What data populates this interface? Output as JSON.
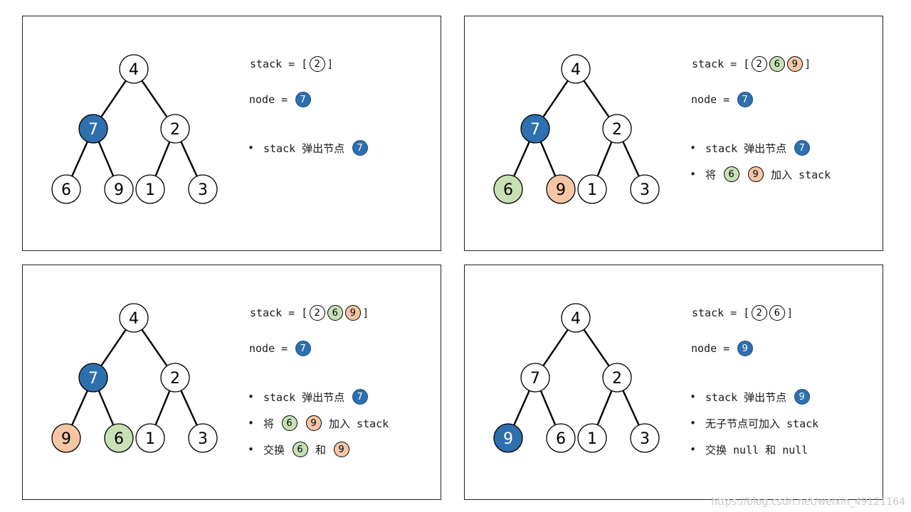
{
  "colors": {
    "blue": "#2e6fae",
    "green": "#c7e0b4",
    "orange": "#f5c6a5",
    "white": "#ffffff"
  },
  "watermark": "https://blog.csdn.net/weixin_49121164",
  "panels": [
    {
      "id": "panel-1",
      "tree": {
        "root": {
          "value": "4",
          "fill": "white"
        },
        "left": {
          "value": "7",
          "fill": "blue"
        },
        "right": {
          "value": "2",
          "fill": "white"
        },
        "left_left": {
          "value": "6",
          "fill": "white"
        },
        "left_right": {
          "value": "9",
          "fill": "white"
        },
        "right_left": {
          "value": "1",
          "fill": "white"
        },
        "right_right": {
          "value": "3",
          "fill": "white"
        }
      },
      "stack_label": "stack = [",
      "stack_close": "]",
      "stack": [
        {
          "value": "2",
          "fill": "white"
        }
      ],
      "node_label": "node =",
      "node": {
        "value": "7",
        "fill": "blue"
      },
      "bullets": [
        [
          {
            "text": "stack 弹出节点"
          },
          {
            "chip": "7",
            "fill": "blue"
          }
        ]
      ]
    },
    {
      "id": "panel-2",
      "tree": {
        "root": {
          "value": "4",
          "fill": "white"
        },
        "left": {
          "value": "7",
          "fill": "blue"
        },
        "right": {
          "value": "2",
          "fill": "white"
        },
        "left_left": {
          "value": "6",
          "fill": "green"
        },
        "left_right": {
          "value": "9",
          "fill": "orange"
        },
        "right_left": {
          "value": "1",
          "fill": "white"
        },
        "right_right": {
          "value": "3",
          "fill": "white"
        }
      },
      "stack_label": "stack = [",
      "stack_close": "]",
      "stack": [
        {
          "value": "2",
          "fill": "white"
        },
        {
          "value": "6",
          "fill": "green"
        },
        {
          "value": "9",
          "fill": "orange"
        }
      ],
      "node_label": "node =",
      "node": {
        "value": "7",
        "fill": "blue"
      },
      "bullets": [
        [
          {
            "text": "stack 弹出节点"
          },
          {
            "chip": "7",
            "fill": "blue"
          }
        ],
        [
          {
            "text": "将"
          },
          {
            "chip": "6",
            "fill": "green"
          },
          {
            "chip": "9",
            "fill": "orange"
          },
          {
            "text": "加入 stack"
          }
        ]
      ]
    },
    {
      "id": "panel-3",
      "tree": {
        "root": {
          "value": "4",
          "fill": "white"
        },
        "left": {
          "value": "7",
          "fill": "blue"
        },
        "right": {
          "value": "2",
          "fill": "white"
        },
        "left_left": {
          "value": "9",
          "fill": "orange"
        },
        "left_right": {
          "value": "6",
          "fill": "green"
        },
        "right_left": {
          "value": "1",
          "fill": "white"
        },
        "right_right": {
          "value": "3",
          "fill": "white"
        }
      },
      "stack_label": "stack = [",
      "stack_close": "]",
      "stack": [
        {
          "value": "2",
          "fill": "white"
        },
        {
          "value": "6",
          "fill": "green"
        },
        {
          "value": "9",
          "fill": "orange"
        }
      ],
      "node_label": "node =",
      "node": {
        "value": "7",
        "fill": "blue"
      },
      "bullets": [
        [
          {
            "text": "stack 弹出节点"
          },
          {
            "chip": "7",
            "fill": "blue"
          }
        ],
        [
          {
            "text": "将"
          },
          {
            "chip": "6",
            "fill": "green"
          },
          {
            "chip": "9",
            "fill": "orange"
          },
          {
            "text": "加入 stack"
          }
        ],
        [
          {
            "text": "交换"
          },
          {
            "chip": "6",
            "fill": "green"
          },
          {
            "text": "和"
          },
          {
            "chip": "9",
            "fill": "orange"
          }
        ]
      ]
    },
    {
      "id": "panel-4",
      "tree": {
        "root": {
          "value": "4",
          "fill": "white"
        },
        "left": {
          "value": "7",
          "fill": "white"
        },
        "right": {
          "value": "2",
          "fill": "white"
        },
        "left_left": {
          "value": "9",
          "fill": "blue"
        },
        "left_right": {
          "value": "6",
          "fill": "white"
        },
        "right_left": {
          "value": "1",
          "fill": "white"
        },
        "right_right": {
          "value": "3",
          "fill": "white"
        }
      },
      "stack_label": "stack = [",
      "stack_close": "]",
      "stack": [
        {
          "value": "2",
          "fill": "white"
        },
        {
          "value": "6",
          "fill": "white"
        }
      ],
      "node_label": "node =",
      "node": {
        "value": "9",
        "fill": "blue"
      },
      "bullets": [
        [
          {
            "text": "stack 弹出节点"
          },
          {
            "chip": "9",
            "fill": "blue"
          }
        ],
        [
          {
            "text": "无子节点可加入 stack"
          }
        ],
        [
          {
            "text": "交换 null 和 null"
          }
        ]
      ]
    }
  ]
}
